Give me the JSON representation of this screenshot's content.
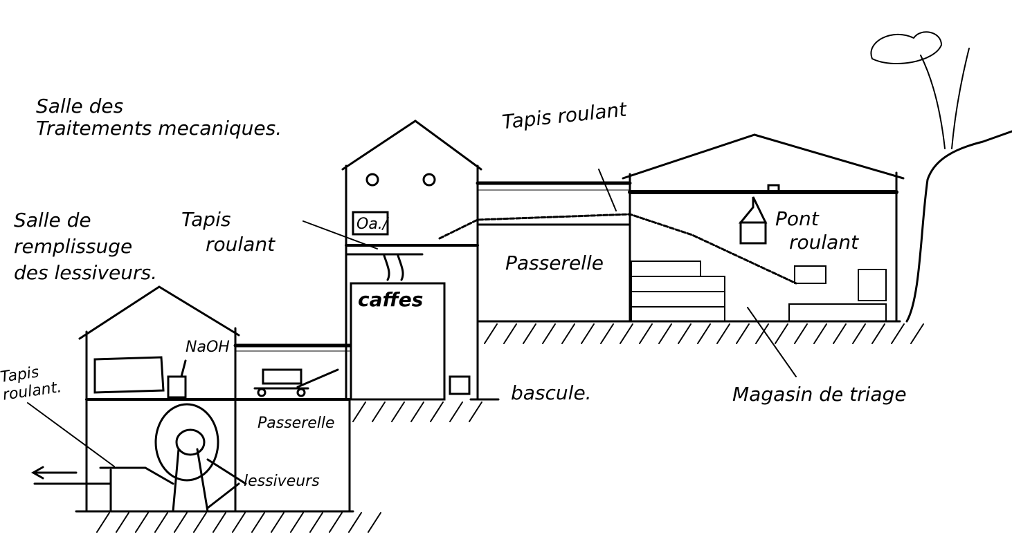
{
  "labels": {
    "traitements_line1": "Salle des",
    "traitements_line2": "Traitements mecaniques.",
    "tapis_top": "Tapis roulant",
    "remplissage_line1": "Salle de",
    "remplissage_line2": "remplissuge",
    "remplissage_line3": "des lessiveurs.",
    "tapis_mid_line1": "Tapis",
    "tapis_mid_line2": "roulant",
    "passerelle_upper": "Passerelle",
    "pont_line1": "Pont",
    "pont_line2": "roulant",
    "chiffes": "caffes",
    "naoh": "NaOH",
    "tapis_left_line1": "Tapis",
    "tapis_left_line2": "roulant.",
    "passerelle_lower": "Passerelle",
    "lessiveurs": "lessiveurs",
    "bascule": "bascule.",
    "magasin": "Magasin de triage",
    "sign": "Oa./"
  }
}
